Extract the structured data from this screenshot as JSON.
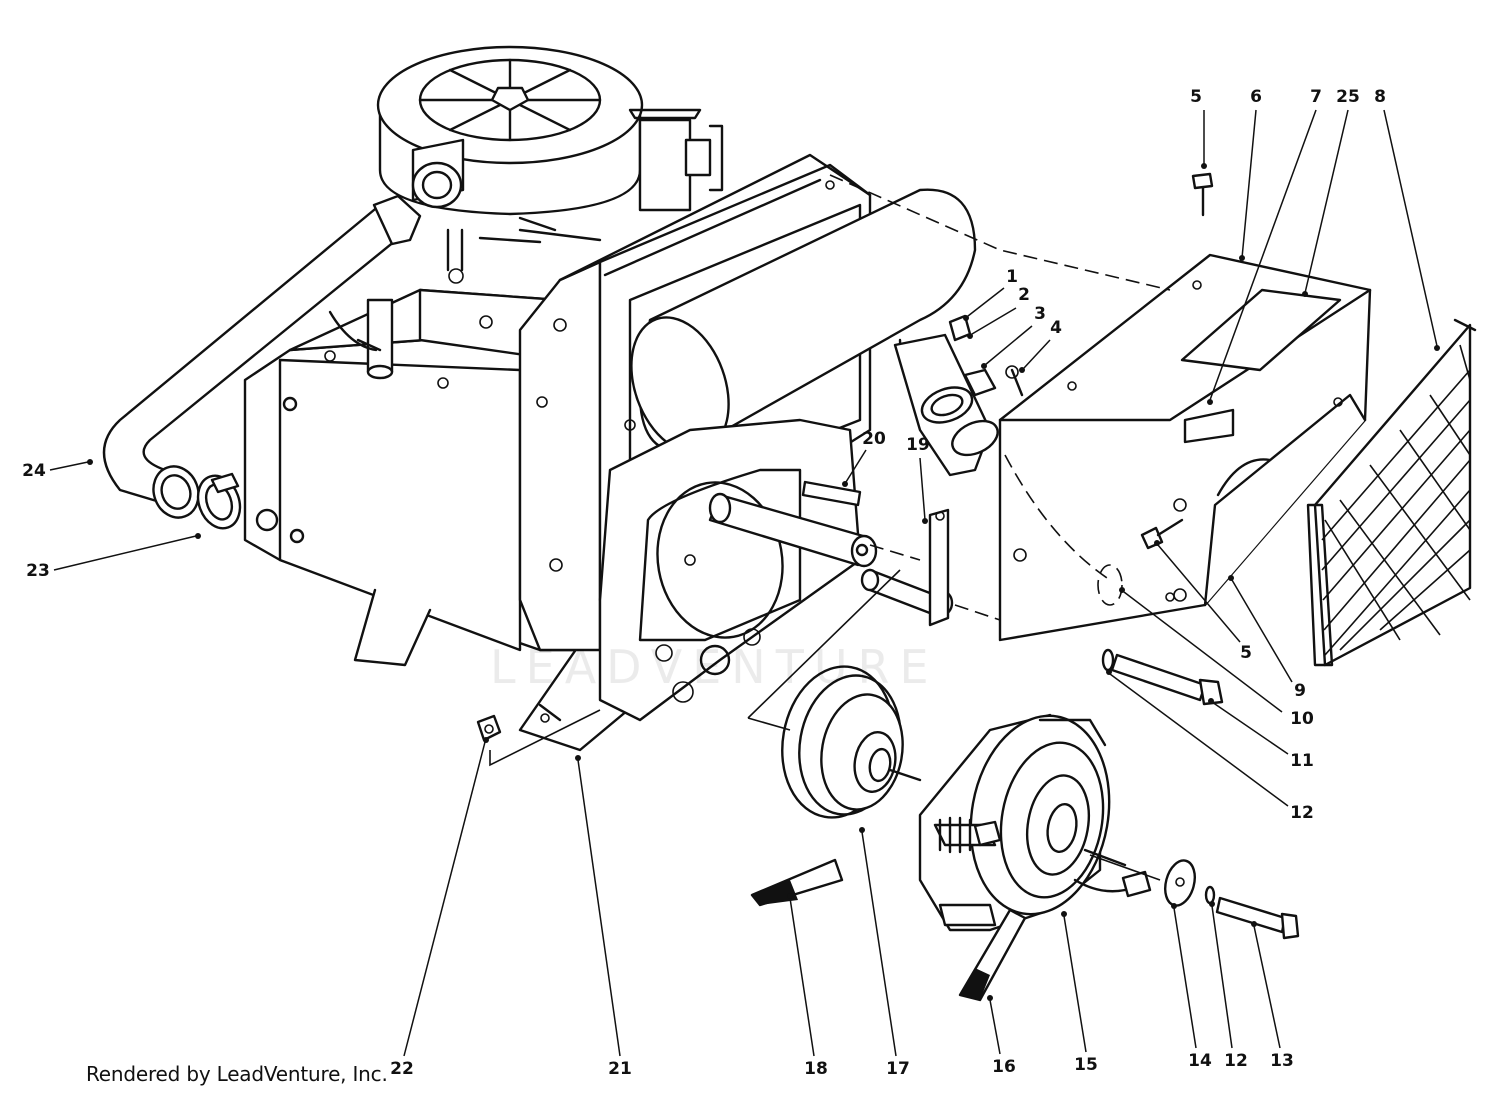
{
  "footer": {
    "credit": "Rendered by LeadVenture, Inc."
  },
  "watermark": {
    "text": "LEADVENTURE"
  },
  "callouts": [
    {
      "label": "5"
    },
    {
      "label": "6"
    },
    {
      "label": "7"
    },
    {
      "label": "25"
    },
    {
      "label": "8"
    },
    {
      "label": "1"
    },
    {
      "label": "2"
    },
    {
      "label": "3"
    },
    {
      "label": "4"
    },
    {
      "label": "20"
    },
    {
      "label": "19"
    },
    {
      "label": "24"
    },
    {
      "label": "23"
    },
    {
      "label": "5"
    },
    {
      "label": "9"
    },
    {
      "label": "10"
    },
    {
      "label": "11"
    },
    {
      "label": "12"
    },
    {
      "label": "22"
    },
    {
      "label": "21"
    },
    {
      "label": "18"
    },
    {
      "label": "17"
    },
    {
      "label": "16"
    },
    {
      "label": "15"
    },
    {
      "label": "14"
    },
    {
      "label": "12"
    },
    {
      "label": "13"
    }
  ]
}
